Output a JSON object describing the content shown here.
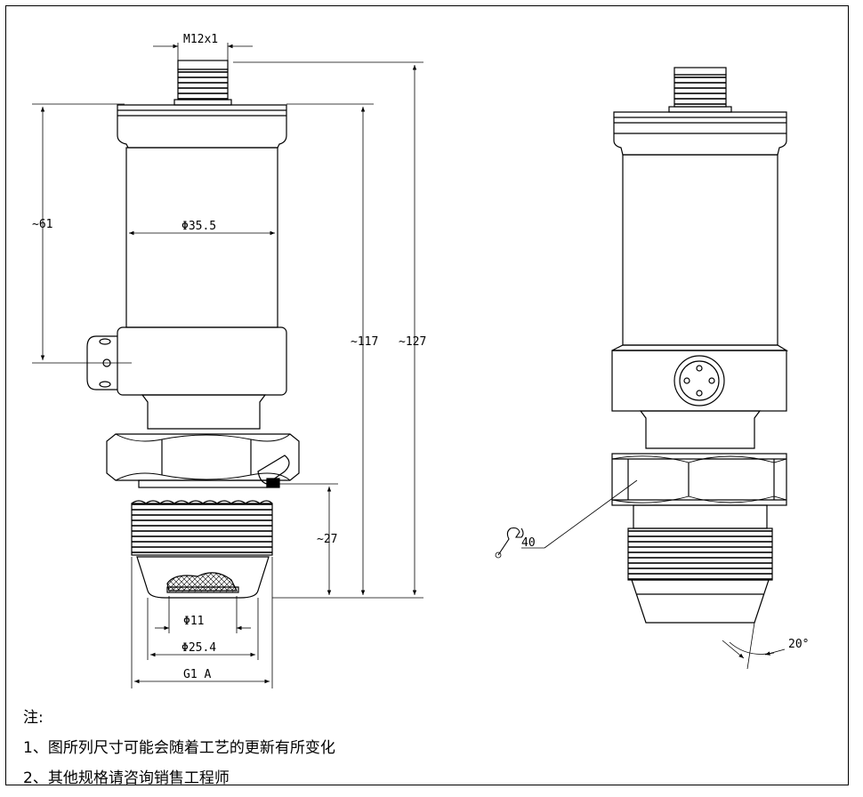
{
  "dimensions": {
    "thread_connector": "M12x1",
    "height_61": "~61",
    "diameter_body": "Φ35.5",
    "height_117": "~117",
    "height_127": "~127",
    "height_27": "~27",
    "diameter_port": "Φ11",
    "diameter_face": "Φ25.4",
    "process_thread": "G1 A",
    "wrench_size": "40",
    "cone_angle": "20°"
  },
  "notes": {
    "heading": "注:",
    "line1": "1、图所列尺寸可能会随着工艺的更新有所变化",
    "line2": "2、其他规格请咨询销售工程师"
  },
  "colors": {
    "line": "#000000",
    "background": "#ffffff"
  }
}
